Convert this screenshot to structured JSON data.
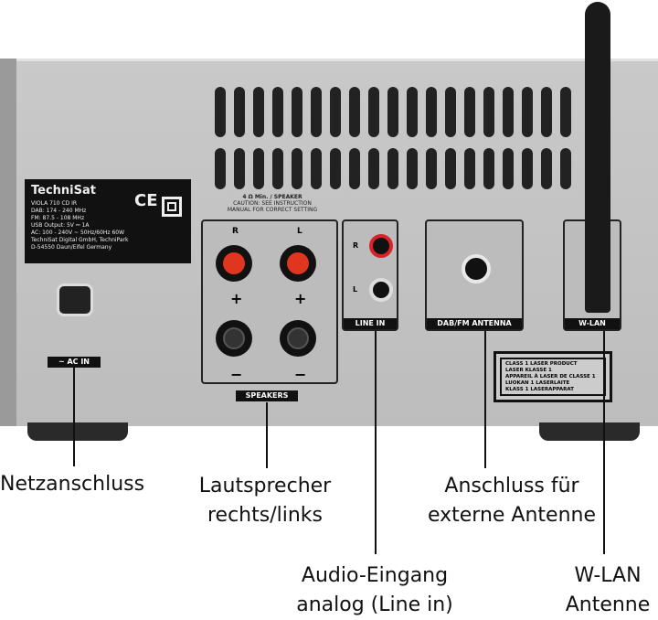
{
  "device_label": {
    "brand": "TechniSat",
    "lines": [
      "VIOLA 710 CD IR",
      "DAB: 174 - 240 MHz",
      "FM: 87.5 - 108 MHz",
      "USB Output: 5V ⎓ 1A",
      "AC: 100 - 240V ~ 50Hz/60Hz 60W",
      "TechniSat Digital GmbH, TechniPark",
      "D-54550 Daun/Eifel Germany"
    ],
    "ce": "CE"
  },
  "speaker_notice": [
    "4 Ω Min. / SPEAKER",
    "CAUTION: SEE INSTRUCTION",
    "MANUAL FOR CORRECT SETTING"
  ],
  "panels": {
    "ac_in": "~ AC IN",
    "speakers": "SPEAKERS",
    "speaker_r": "R",
    "speaker_l": "L",
    "plus": "+",
    "minus": "−",
    "line_in": "LINE IN",
    "rca_r": "R",
    "rca_l": "L",
    "dab_fm": "DAB/FM ANTENNA",
    "wlan": "W-LAN"
  },
  "laser_label": [
    "CLASS 1 LASER PRODUCT",
    "LASER KLASSE 1",
    "APPAREIL À LASER DE CLASSE 1",
    "LUOKAN 1 LASERLAITE",
    "KLASS 1 LASERAPPARAT"
  ],
  "callouts": {
    "power": "Netzanschluss",
    "speakers_1": "Lautsprecher",
    "speakers_2": "rechts/links",
    "antenna_1": "Anschluss für",
    "antenna_2": "externe Antenne",
    "audio_1": "Audio-Eingang",
    "audio_2": "analog (Line in)",
    "wlan_1": "W-LAN",
    "wlan_2": "Antenne"
  }
}
